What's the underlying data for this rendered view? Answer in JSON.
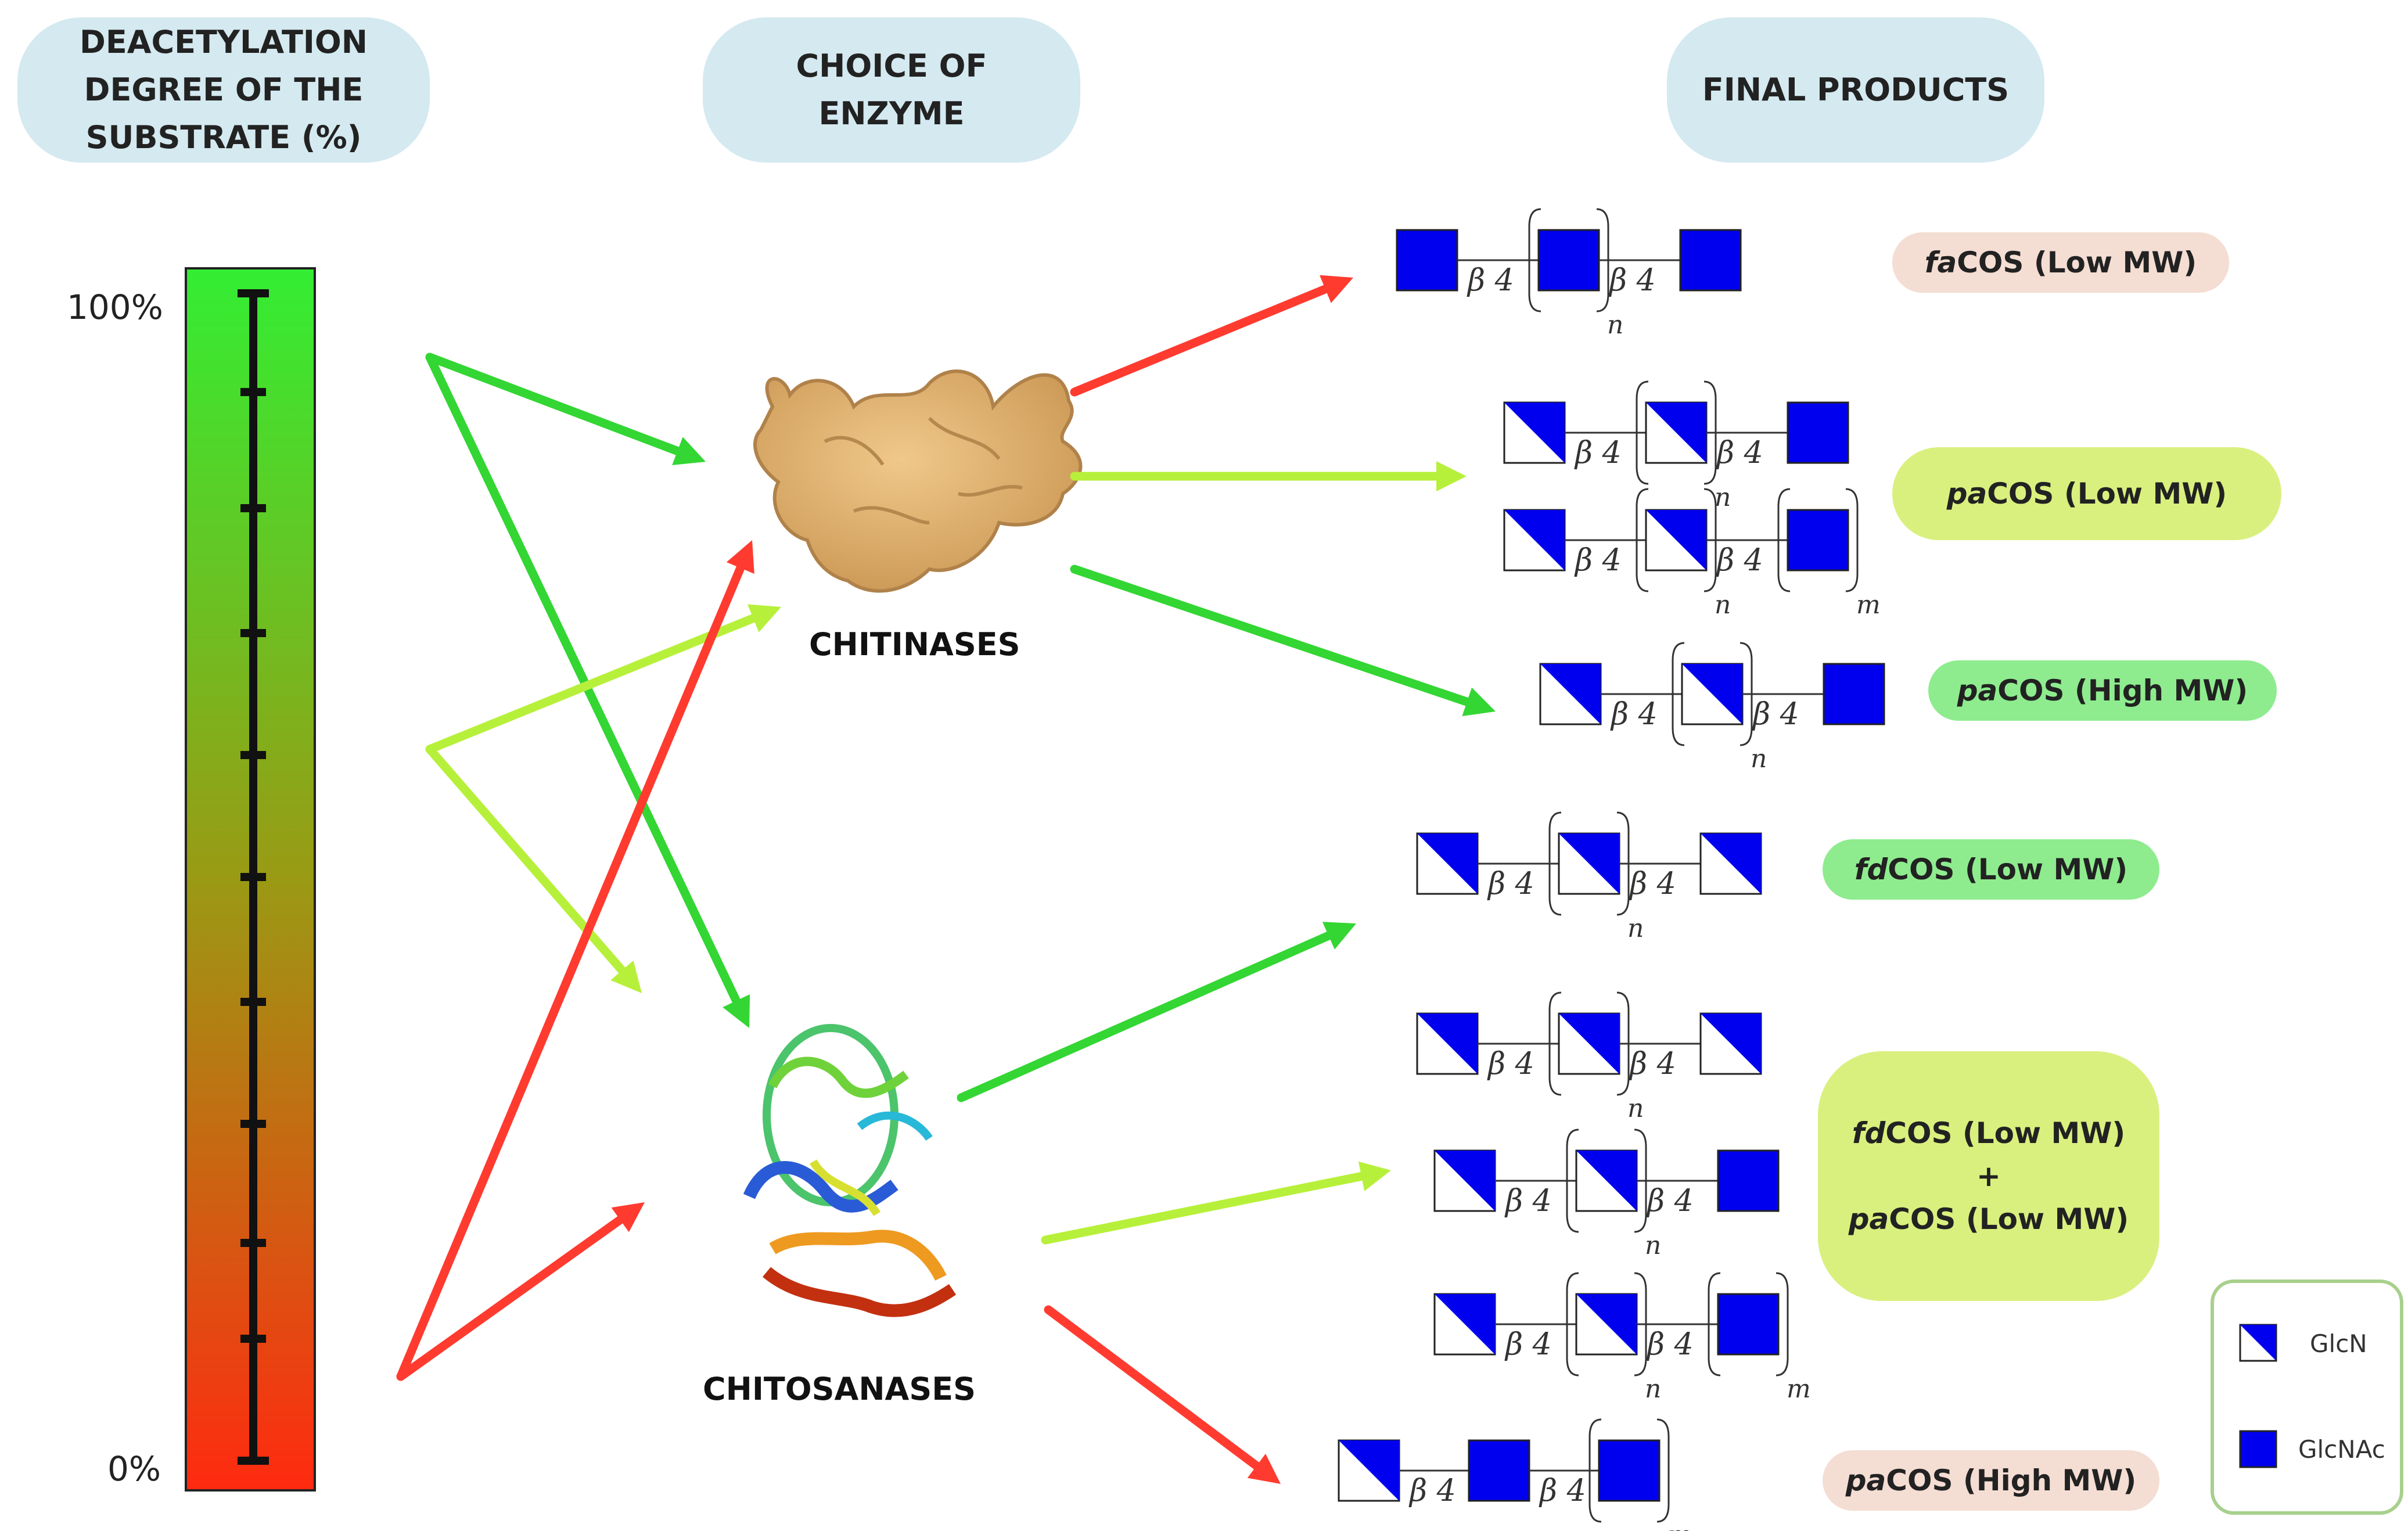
{
  "headers": {
    "deacetylation": "DEACETYLATION\nDEGREE OF THE\nSUBSTRATE (%)",
    "enzyme": "CHOICE OF\nENZYME",
    "products": "FINAL PRODUCTS"
  },
  "scale": {
    "top_label": "100%",
    "bottom_label": "0%"
  },
  "enzymes": {
    "chitinases": "CHITINASES",
    "chitosanases": "CHITOSANASES"
  },
  "products": [
    {
      "prefix": "fa",
      "suffix": "COS (Low MW)",
      "color": "#f4ddd3"
    },
    {
      "prefix": "pa",
      "suffix": "COS (Low MW)",
      "color": "#d9f07e"
    },
    {
      "prefix": "pa",
      "suffix": "COS (High MW)",
      "color": "#8eec8e"
    },
    {
      "prefix": "fd",
      "suffix": "COS (Low MW)",
      "color": "#8eec8e"
    },
    {
      "line1_prefix": "fd",
      "line1_suffix": "COS (Low MW)",
      "plus": "+",
      "line3_prefix": "pa",
      "line3_suffix": "COS (Low MW)",
      "color": "#d9f07e"
    },
    {
      "prefix": "pa",
      "suffix": "COS (High MW)",
      "color": "#f4ddd3"
    }
  ],
  "linkage": "β 4",
  "repeat_n": "n",
  "repeat_m": "m",
  "legend": {
    "glcn": "GlcN",
    "glcnac": "GlcNAc"
  },
  "colors": {
    "red": "#ff3b30",
    "green": "#33d633",
    "lightgreen": "#b7f03a",
    "sugar": "#0000ee"
  }
}
